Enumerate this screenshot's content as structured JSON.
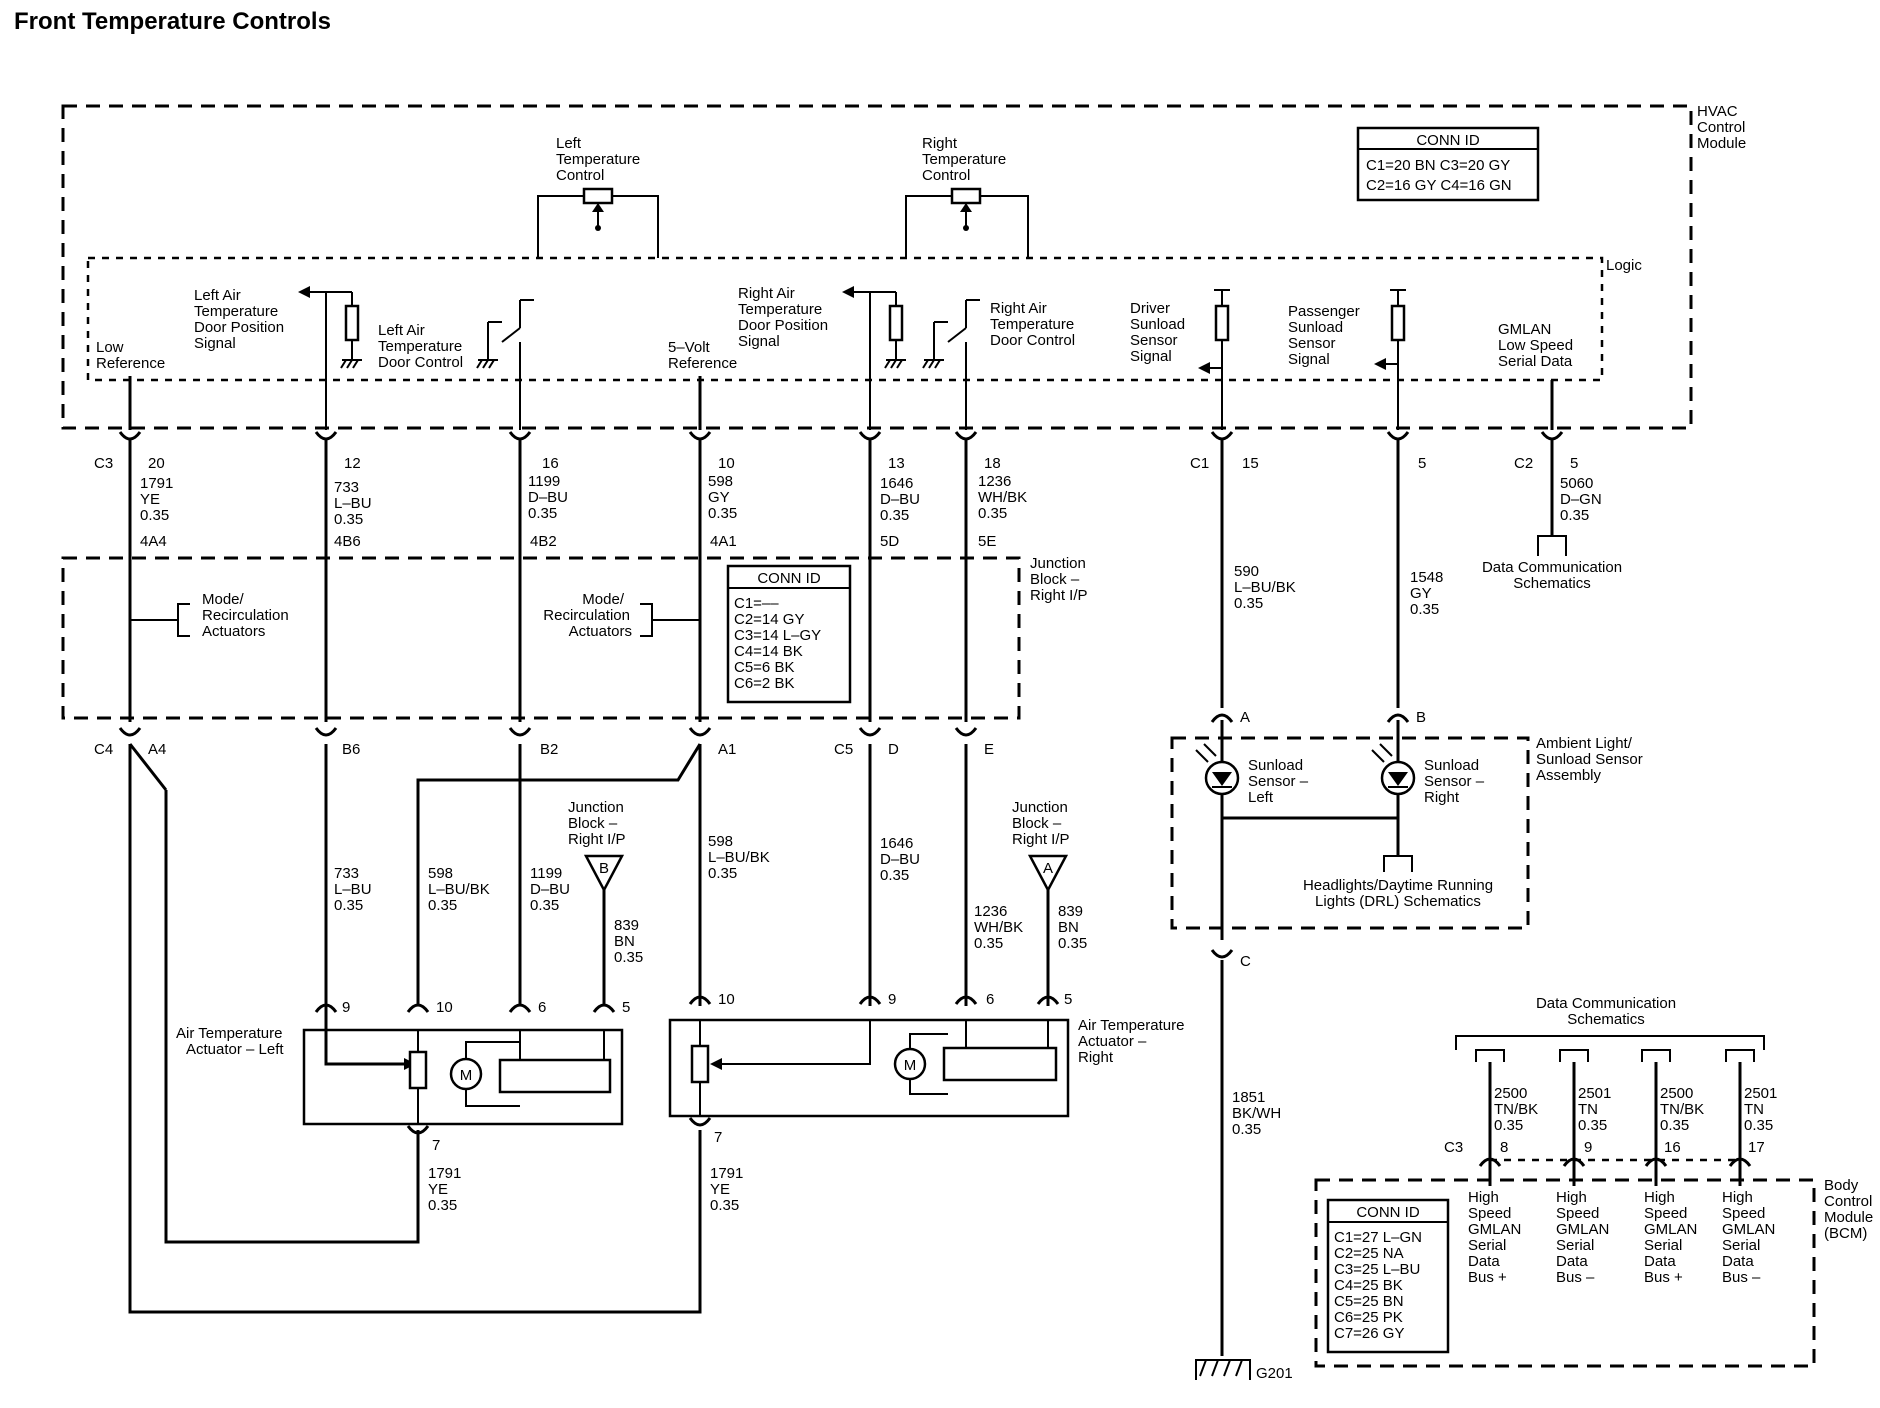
{
  "title": "Front Temperature Controls",
  "hvac": {
    "module_label": [
      "HVAC",
      "Control",
      "Module"
    ],
    "logic_label": "Logic",
    "conn_id": {
      "header": "CONN ID",
      "rows": [
        "C1=20 BN   C3=20 GY",
        "C2=16 GY   C4=16 GN"
      ]
    },
    "left_temp_control": [
      "Left",
      "Temperature",
      "Control"
    ],
    "right_temp_control": [
      "Right",
      "Temperature",
      "Control"
    ],
    "low_reference": [
      "Low",
      "Reference"
    ],
    "left_pos_signal": [
      "Left Air",
      "Temperature",
      "Door Position",
      "Signal"
    ],
    "left_door_control": [
      "Left Air",
      "Temperature",
      "Door Control"
    ],
    "five_volt": [
      "5–Volt",
      "Reference"
    ],
    "right_pos_signal": [
      "Right Air",
      "Temperature",
      "Door Position",
      "Signal"
    ],
    "right_door_control": [
      "Right Air",
      "Temperature",
      "Door Control"
    ],
    "driver_sunload": [
      "Driver",
      "Sunload",
      "Sensor",
      "Signal"
    ],
    "passenger_sunload": [
      "Passenger",
      "Sunload",
      "Sensor",
      "Signal"
    ],
    "gmlan": [
      "GMLAN",
      "Low Speed",
      "Serial Data"
    ]
  },
  "connectors": {
    "c3": "C3",
    "c1": "C1",
    "c2": "C2",
    "c4": "C4",
    "c5": "C5",
    "c3b": "C3"
  },
  "hvac_pins": [
    "20",
    "12",
    "16",
    "10",
    "13",
    "18",
    "15",
    "5",
    "5"
  ],
  "upper_wires": [
    [
      "1791",
      "YE",
      "0.35"
    ],
    [
      "733",
      "L–BU",
      "0.35"
    ],
    [
      "1199",
      "D–BU",
      "0.35"
    ],
    [
      "598",
      "GY",
      "0.35"
    ],
    [
      "1646",
      "D–BU",
      "0.35"
    ],
    [
      "1236",
      "WH/BK",
      "0.35"
    ],
    [
      "590",
      "L–BU/BK",
      "0.35"
    ],
    [
      "1548",
      "GY",
      "0.35"
    ],
    [
      "5060",
      "D–GN",
      "0.35"
    ]
  ],
  "jb_top_pins": [
    "4A4",
    "4B6",
    "4B2",
    "4A1",
    "5D",
    "5E"
  ],
  "junction_block": {
    "label": [
      "Junction",
      "Block –",
      "Right I/P"
    ],
    "mode_left": [
      "Mode/",
      "Recirculation",
      "Actuators"
    ],
    "mode_right": [
      "Mode/",
      "Recirculation",
      "Actuators"
    ],
    "conn_id": {
      "header": "CONN ID",
      "rows": [
        "C1=––",
        "C2=14 GY",
        "C3=14 L–GY",
        "C4=14 BK",
        "C5=6 BK",
        "C6=2 BK"
      ]
    }
  },
  "jb_bottom_pins": [
    "A4",
    "B6",
    "B2",
    "A1",
    "D",
    "E"
  ],
  "lower_wires": [
    [
      "733",
      "L–BU",
      "0.35"
    ],
    [
      "598",
      "L–BU/BK",
      "0.35"
    ],
    [
      "1199",
      "D–BU",
      "0.35"
    ],
    [
      "839",
      "BN",
      "0.35"
    ],
    [
      "598",
      "L–BU/BK",
      "0.35"
    ],
    [
      "1646",
      "D–BU",
      "0.35"
    ],
    [
      "1236",
      "WH/BK",
      "0.35"
    ],
    [
      "839",
      "BN",
      "0.35"
    ]
  ],
  "jb_ref_left": {
    "label": [
      "Junction",
      "Block –",
      "Right  I/P"
    ],
    "letter": "B"
  },
  "jb_ref_right": {
    "label": [
      "Junction",
      "Block –",
      "Right  I/P"
    ],
    "letter": "A"
  },
  "actuator_left": {
    "label": [
      "Air Temperature",
      "Actuator – Left"
    ],
    "pins": [
      "9",
      "10",
      "6",
      "5",
      "7"
    ],
    "motor": "M"
  },
  "actuator_right": {
    "label": [
      "Air Temperature",
      "Actuator –",
      "Right"
    ],
    "pins": [
      "10",
      "9",
      "6",
      "5",
      "7"
    ],
    "motor": "M"
  },
  "return_wires": [
    [
      "1791",
      "YE",
      "0.35"
    ],
    [
      "1791",
      "YE",
      "0.35"
    ]
  ],
  "data_comm_top": [
    "Data Communication",
    "Schematics"
  ],
  "sunload": {
    "pins": [
      "A",
      "B",
      "C"
    ],
    "assembly_label": [
      "Ambient Light/",
      "Sunload Sensor",
      "Assembly"
    ],
    "left": [
      "Sunload",
      "Sensor –",
      "Left"
    ],
    "right": [
      "Sunload",
      "Sensor –",
      "Right"
    ],
    "headlights": [
      "Headlights/Daytime Running",
      "Lights (DRL) Schematics"
    ]
  },
  "ground_wire": [
    "1851",
    "BK/WH",
    "0.35"
  ],
  "ground": "G201",
  "bcm": {
    "data_comm": [
      "Data Communication",
      "Schematics"
    ],
    "wires": [
      [
        "2500",
        "TN/BK",
        "0.35"
      ],
      [
        "2501",
        "TN",
        "0.35"
      ],
      [
        "2500",
        "TN/BK",
        "0.35"
      ],
      [
        "2501",
        "TN",
        "0.35"
      ]
    ],
    "pins": [
      "8",
      "9",
      "16",
      "17"
    ],
    "signals": [
      [
        "High",
        "Speed",
        "GMLAN",
        "Serial",
        "Data",
        "Bus +"
      ],
      [
        "High",
        "Speed",
        "GMLAN",
        "Serial",
        "Data",
        "Bus –"
      ],
      [
        "High",
        "Speed",
        "GMLAN",
        "Serial",
        "Data",
        "Bus +"
      ],
      [
        "High",
        "Speed",
        "GMLAN",
        "Serial",
        "Data",
        "Bus –"
      ]
    ],
    "module_label": [
      "Body",
      "Control",
      "Module",
      "(BCM)"
    ],
    "conn_id": {
      "header": "CONN ID",
      "rows": [
        "C1=27 L–GN",
        "C2=25 NA",
        "C3=25 L–BU",
        "C4=25 BK",
        "C5=25 BN",
        "C6=25 PK",
        "C7=26 GY"
      ]
    }
  }
}
